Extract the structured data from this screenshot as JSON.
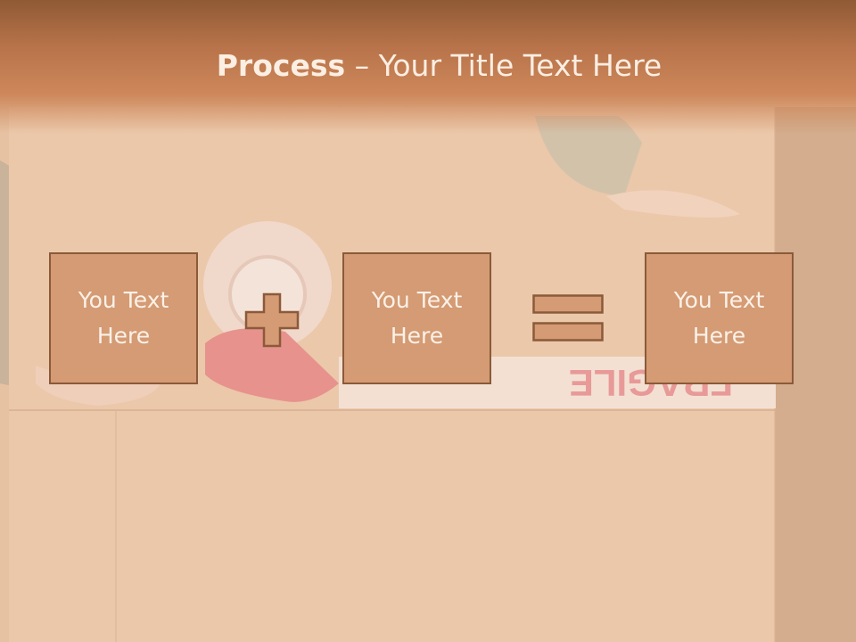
{
  "slide": {
    "title_bold": "Process",
    "title_rest": " – Your Title Text Here",
    "boxes": [
      {
        "text": "You Text Here"
      },
      {
        "text": "You Text Here"
      },
      {
        "text": "You Text Here"
      }
    ],
    "background_tape_text": "FRAGILE",
    "operators": {
      "first": "plus-icon",
      "second": "equals-icon"
    }
  },
  "colors": {
    "header": "#b8734a",
    "box_fill": "#d49b74",
    "box_border": "#8b5a3a",
    "box_text": "#fbf1e8",
    "title_text": "#fbeee2",
    "tape_text": "#e58a8a"
  }
}
